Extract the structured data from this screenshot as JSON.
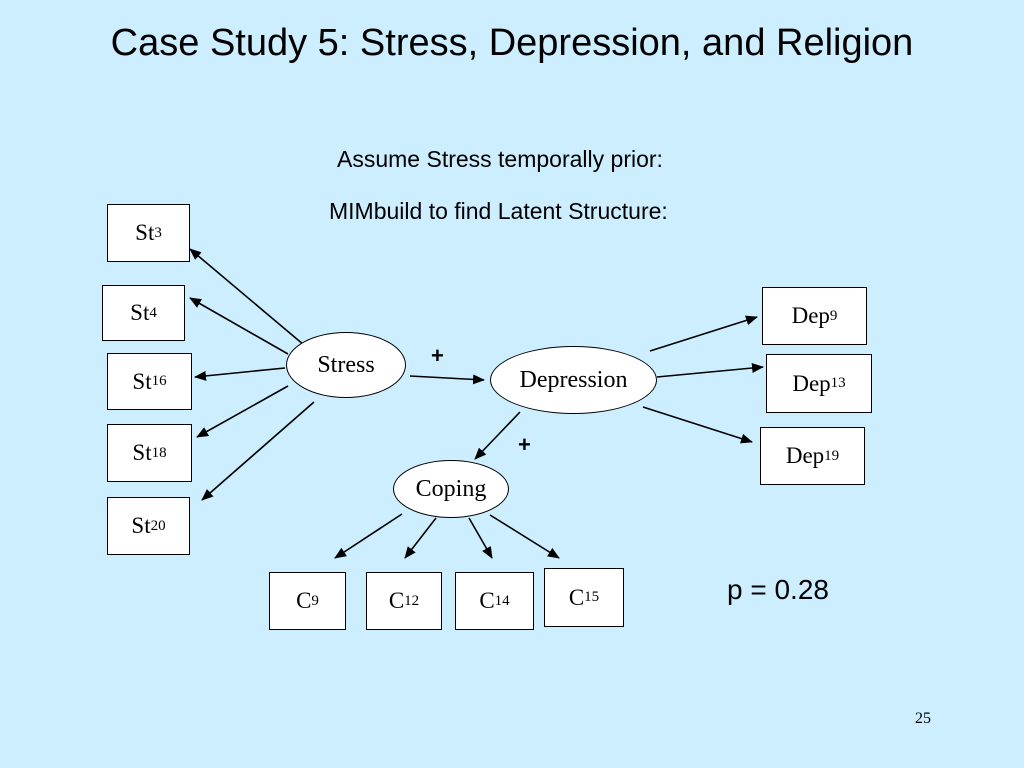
{
  "title": "Case Study 5: Stress, Depression, and Religion",
  "subtitle_1": "Assume Stress temporally prior:",
  "subtitle_2": "MIMbuild to find Latent Structure:",
  "latents": {
    "stress": "Stress",
    "depression": "Depression",
    "coping": "Coping"
  },
  "stress_indicators": [
    {
      "base": "St",
      "sub": "3"
    },
    {
      "base": "St",
      "sub": "4"
    },
    {
      "base": "St",
      "sub": "16"
    },
    {
      "base": "St",
      "sub": "18"
    },
    {
      "base": "St",
      "sub": "20"
    }
  ],
  "depression_indicators": [
    {
      "base": "Dep",
      "sub": "9"
    },
    {
      "base": "Dep",
      "sub": "13"
    },
    {
      "base": "Dep",
      "sub": "19"
    }
  ],
  "coping_indicators": [
    {
      "base": "C",
      "sub": "9"
    },
    {
      "base": "C",
      "sub": "12"
    },
    {
      "base": "C",
      "sub": "14"
    },
    {
      "base": "C",
      "sub": "15"
    }
  ],
  "edge_signs": {
    "stress_to_depression": "+",
    "depression_to_coping": "+"
  },
  "p_value": "p = 0.28",
  "page_number": "25"
}
